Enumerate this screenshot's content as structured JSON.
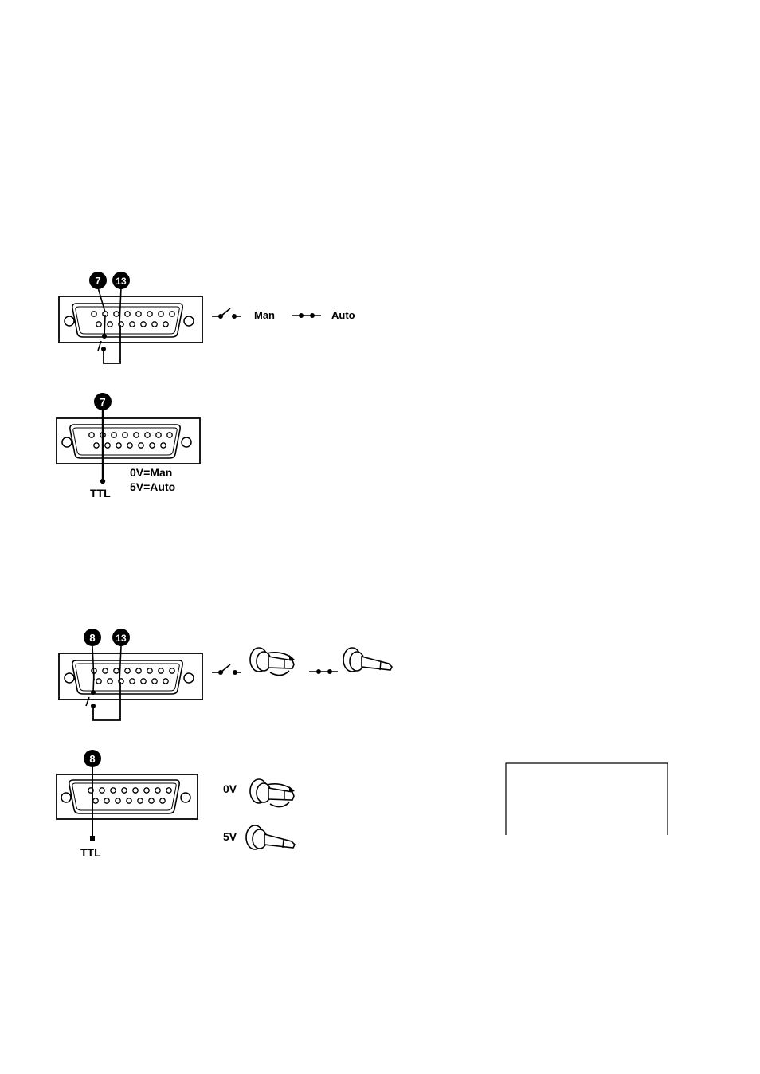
{
  "diagram1": {
    "pin_a": "7",
    "pin_b": "13",
    "label_open": "Man",
    "label_closed": "Auto"
  },
  "diagram2": {
    "pin": "7",
    "ttl_label": "TTL",
    "level_low": "0V=Man",
    "level_high": "5V=Auto"
  },
  "diagram3": {
    "pin_a": "8",
    "pin_b": "13"
  },
  "diagram4": {
    "pin": "8",
    "ttl_label": "TTL",
    "level_low": "0V",
    "level_high": "5V"
  },
  "colors": {
    "ink": "#000000",
    "paper": "#ffffff"
  }
}
